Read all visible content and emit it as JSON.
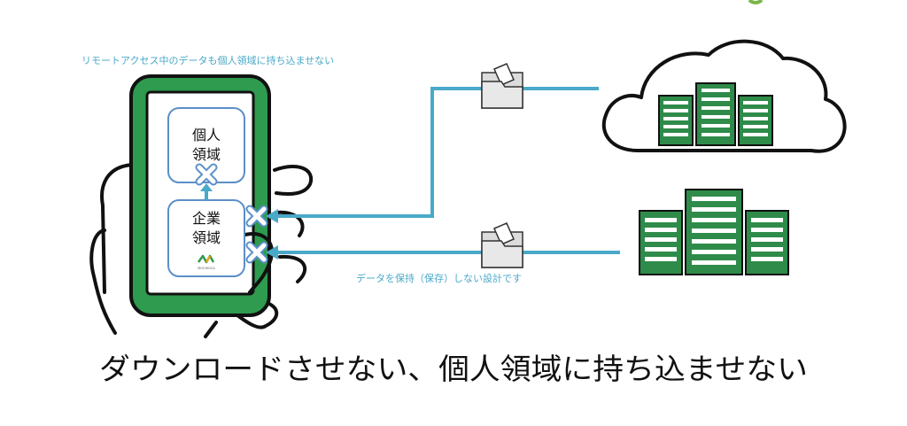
{
  "top_caption": "リモートアクセス中のデータも個人領域に持ち込ませない",
  "phone": {
    "personal_area": {
      "line1": "個人",
      "line2": "領域"
    },
    "corporate_area": {
      "line1": "企業",
      "line2": "領域"
    },
    "brand_logo": "MOCHIOCA"
  },
  "right_caption": "データを保持（保存）しない設計です",
  "headline": "ダウンロードさせない、個人領域に持ち込ませない",
  "colors": {
    "phone_green": "#2e9b4f",
    "line_blue": "#4aa9c8",
    "box_border": "#5b8fc9",
    "server_green": "#2e8b4a"
  },
  "icons": [
    "block-x-icon",
    "folder-icon",
    "cloud-icon",
    "server-icon",
    "hand-outline"
  ]
}
